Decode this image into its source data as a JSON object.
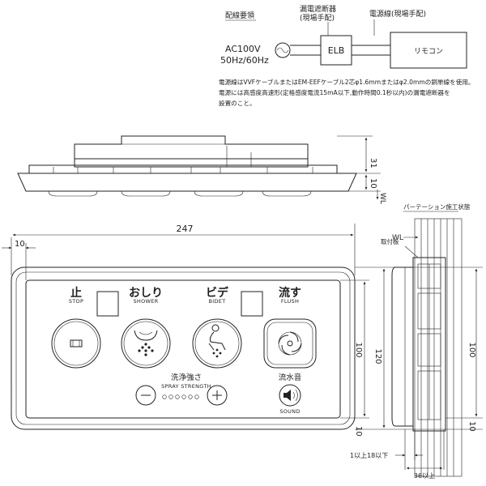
{
  "wiring": {
    "title": "配線要領",
    "breaker_label": "漏電遮断器",
    "breaker_sub": "(現場手配)",
    "cable_label": "電源線(現場手配)",
    "supply_line1": "AC100V",
    "supply_line2": "50Hz/60Hz",
    "elb": "ELB",
    "remote": "リモコン"
  },
  "notes": [
    "電源線はVVFケーブルまたはEM-EEFケーブル2芯φ1.6mmまたはφ2.0mmの銅単線を使用。",
    "電源には高感度高速形(定格感度電流15mA以下,動作時間0.1秒以内)の漏電遮断器を",
    "設置のこと。"
  ],
  "dimensions": {
    "width": "247",
    "margin": "10",
    "height_outer": "120",
    "height_inner": "100",
    "top_height": "31",
    "top_base": "10",
    "side_height": "100",
    "side_bottom": "10",
    "side_gap": "1以上18以下",
    "side_depth": "36以上",
    "wl": "WL"
  },
  "side_view": {
    "title": "パーテーション施工状態",
    "bracket": "取付板",
    "wl": "WL"
  },
  "buttons": {
    "stop": {
      "label": "止",
      "sub": "STOP"
    },
    "shower": {
      "label": "おしり",
      "sub": "SHOWER"
    },
    "bidet": {
      "label": "ビデ",
      "sub": "BIDET"
    },
    "flush": {
      "label": "流す",
      "sub": "FLUSH"
    },
    "strength": {
      "label": "洗浄強さ",
      "sub": "SPRAY STRENGTH"
    },
    "sound": {
      "label": "流水音",
      "sub": "SOUND"
    }
  }
}
